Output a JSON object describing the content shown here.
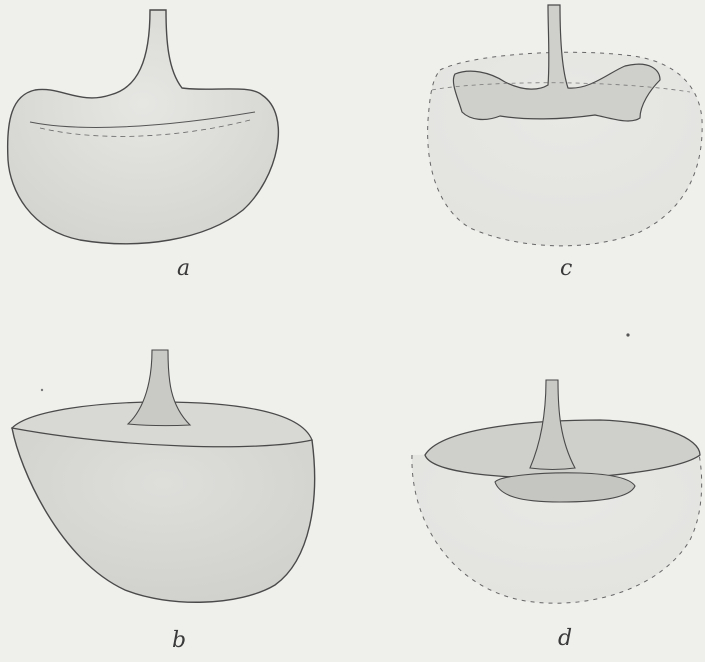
{
  "figures": [
    {
      "id": "a",
      "label": "a"
    },
    {
      "id": "b",
      "label": "b"
    },
    {
      "id": "c",
      "label": "c"
    },
    {
      "id": "d",
      "label": "d"
    }
  ],
  "colors": {
    "background": "#efefec",
    "body_fill": "#dcdcd8",
    "body_fill_light": "#e6e6e3",
    "stalk_fill": "#c9c9c5",
    "outline": "#4a4a4a"
  }
}
